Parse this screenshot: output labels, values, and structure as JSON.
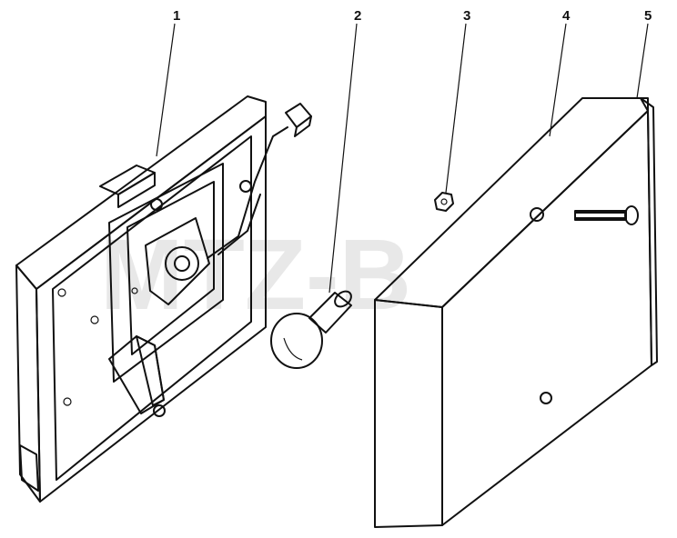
{
  "diagram": {
    "callouts": [
      {
        "id": "1"
      },
      {
        "id": "2"
      },
      {
        "id": "3"
      },
      {
        "id": "4"
      },
      {
        "id": "5"
      }
    ],
    "watermark": "MTZ-B"
  }
}
